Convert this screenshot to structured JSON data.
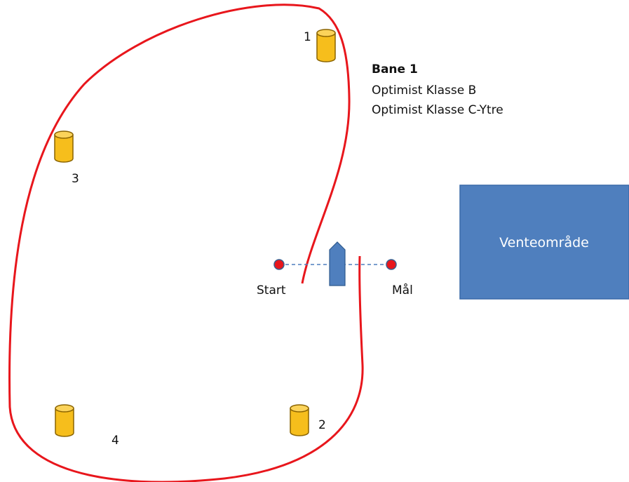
{
  "course": {
    "title": "Bane 1",
    "classes": [
      "Optimist Klasse B",
      "Optimist Klasse C-Ytre"
    ]
  },
  "buoys": [
    {
      "number": "1"
    },
    {
      "number": "2"
    },
    {
      "number": "3"
    },
    {
      "number": "4"
    }
  ],
  "line": {
    "start_label": "Start",
    "finish_label": "Mål"
  },
  "waiting_area": {
    "label": "Venteområde"
  },
  "colors": {
    "course_line": "#e8161c",
    "buoy_fill": "#f6be1c",
    "buoy_stroke": "#8a6300",
    "waiting_area": "#4f7fbe",
    "marker": "#e8161c",
    "boat": "#4f7fbe"
  }
}
